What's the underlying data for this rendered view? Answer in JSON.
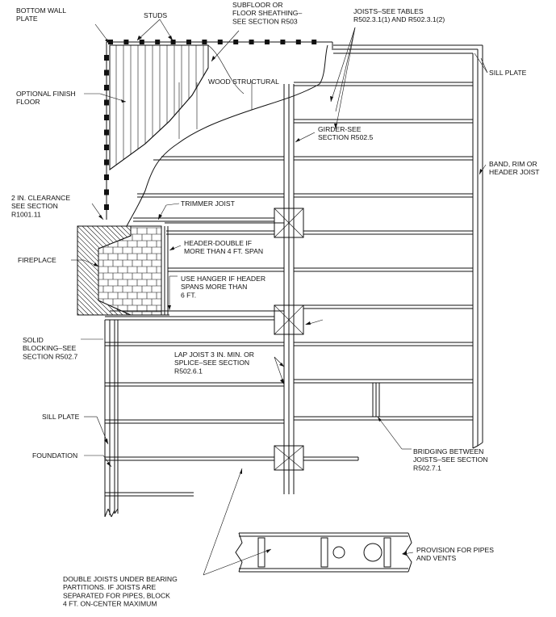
{
  "labels": {
    "bottom_wall_plate": [
      "BOTTOM WALL",
      "PLATE"
    ],
    "studs": [
      "STUDS"
    ],
    "subfloor": [
      "SUBFLOOR OR",
      "FLOOR SHEATHING–",
      "SEE SECTION R503"
    ],
    "joists": [
      "JOISTS–SEE TABLES",
      "R502.3.1(1) AND R502.3.1(2)"
    ],
    "sill_plate_top": [
      "SILL PLATE"
    ],
    "optional_finish_floor": [
      "OPTIONAL FINISH",
      "FLOOR"
    ],
    "wood_structural": [
      "WOOD STRUCTURAL"
    ],
    "girder": [
      "GIRDER-SEE",
      "SECTION R502.5"
    ],
    "band_rim": [
      "BAND, RIM OR",
      "HEADER JOIST"
    ],
    "clearance": [
      "2 IN. CLEARANCE",
      "SEE SECTION",
      "R1001.11"
    ],
    "trimmer_joist": [
      "TRIMMER JOIST"
    ],
    "header_double": [
      "HEADER-DOUBLE IF",
      "MORE THAN 4 FT. SPAN"
    ],
    "fireplace": [
      "FIREPLACE"
    ],
    "use_hanger": [
      "USE HANGER IF HEADER",
      "SPANS MORE THAN",
      "6 FT."
    ],
    "solid_blocking": [
      "SOLID",
      "BLOCKING–SEE",
      "SECTION R502.7"
    ],
    "lap_joist": [
      "LAP JOIST 3 IN. MIN. OR",
      "SPLICE–SEE SECTION",
      "R502.6.1"
    ],
    "sill_plate_left": [
      "SILL PLATE"
    ],
    "foundation": [
      "FOUNDATION"
    ],
    "bridging": [
      "BRIDGING BETWEEN",
      "JOISTS–SEE SECTION",
      "R502.7.1"
    ],
    "provision": [
      "PROVISION FOR PIPES",
      "AND VENTS"
    ],
    "double_joists": [
      "DOUBLE JOISTS UNDER BEARING",
      "PARTITIONS. IF JOISTS ARE",
      "SEPARATED FOR PIPES, BLOCK",
      "4 FT. ON-CENTER MAXIMUM"
    ]
  }
}
